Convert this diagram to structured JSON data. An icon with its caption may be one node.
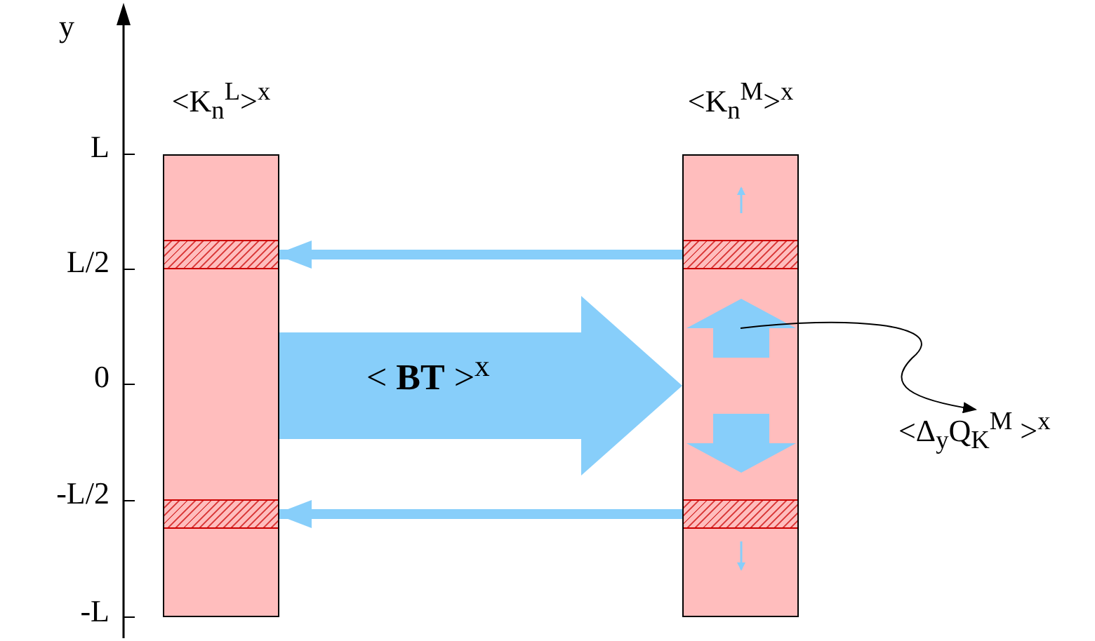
{
  "diagram": {
    "nodes": [
      {
        "text": [
          "<K$_{n}$$^{L}$>$^{x}$"
        ]
      },
      {
        "text": [],
        "shape": "band",
        "in": 0
      },
      {
        "text": [],
        "shape": "band",
        "in": 0
      },
      {
        "text": [
          "<K$_{n}$$^{M}$>$^{x}$"
        ]
      },
      {
        "text": [],
        "shape": "band",
        "in": 3
      },
      {
        "text": [],
        "shape": "band",
        "in": 3
      },
      {
        "text": [
          "<Δ$_{y}$Q$_{K}$$^{M}$ >$^{x}$"
        ]
      }
    ],
    "edges": [
      {
        "from": 0,
        "to": 3,
        "arrow": "to",
        "label": "< **BT** >$^{x}$",
        "style": "thick"
      },
      {
        "from": 4,
        "to": 1,
        "arrow": "to"
      },
      {
        "from": 5,
        "to": 2,
        "arrow": "to"
      },
      {
        "from": 3,
        "to": 6,
        "arrow": "to",
        "color": "#000000"
      }
    ],
    "labels": [
      "y",
      "L",
      "L/2",
      "0",
      "-L/2",
      "-L"
    ]
  }
}
